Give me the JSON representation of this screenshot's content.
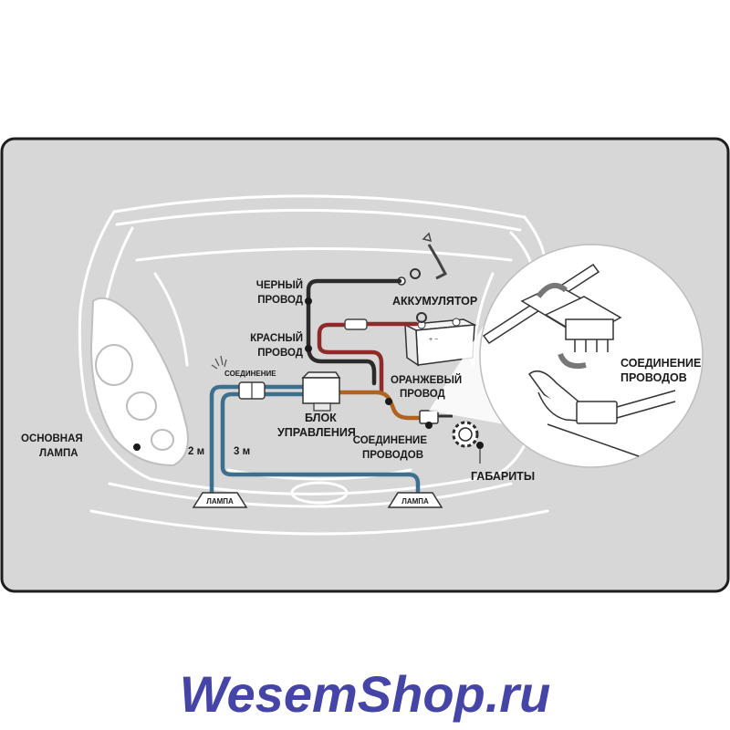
{
  "labels": {
    "black_wire": [
      "ЧЕРНЫЙ",
      "ПРОВОД"
    ],
    "red_wire": [
      "КРАСНЫЙ",
      "ПРОВОД"
    ],
    "battery": "АККУМУЛЯТОР",
    "orange_wire": [
      "ОРАНЖЕВЫЙ",
      "ПРОВОД"
    ],
    "control_unit": [
      "БЛОК",
      "УПРАВЛЕНИЯ"
    ],
    "wire_connection": [
      "СОЕДИНЕНИЕ",
      "ПРОВОДОВ"
    ],
    "wire_connection_detail": [
      "СОЕДИНЕНИЕ",
      "ПРОВОДОВ"
    ],
    "parking_lights": "ГАБАРИТЫ",
    "main_lamp": [
      "ОСНОВНАЯ",
      "ЛАМПА"
    ],
    "connection_small": "СОЕДИНЕНИЕ",
    "length_2m": "2 м",
    "length_3m": "3 м",
    "lamp_left": "ЛАМПА",
    "lamp_right": "ЛАМПА"
  },
  "brand": "WesemShop.ru",
  "colors": {
    "panel": "#d7d7d7",
    "frame": "#1e1e1e",
    "black_wire": "#2b2b2b",
    "red_wire": "#8e2a2a",
    "orange_wire": "#b0631f",
    "blue_wire": "#3f6f8e",
    "brand": "#4545a8"
  }
}
